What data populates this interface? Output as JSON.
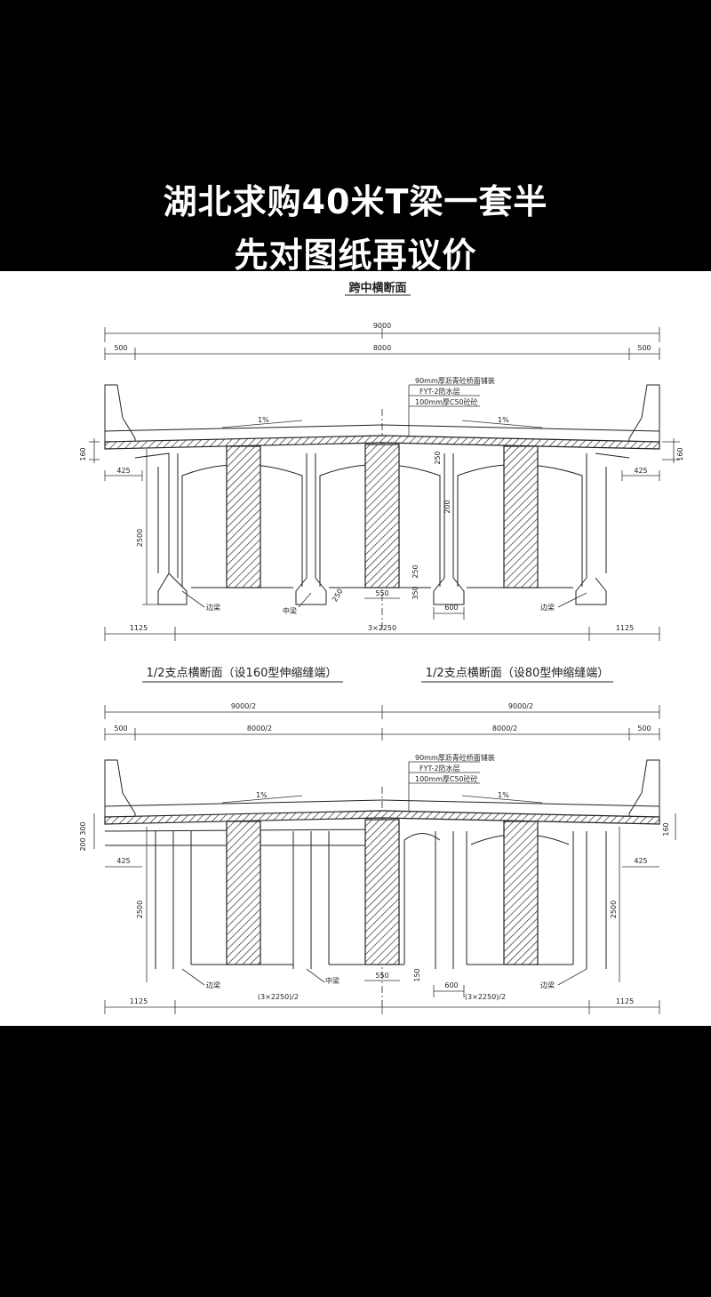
{
  "video_title": {
    "line1": "湖北求购40米T梁一套半",
    "line2": "先对图纸再议价"
  },
  "drawing": {
    "top_section": {
      "title": "跨中横断面",
      "dim_total": "9000",
      "dim_left": "500",
      "dim_mid": "8000",
      "dim_right": "500",
      "layer1": "90mm厚沥青砼桥面铺装",
      "layer2": "FYT-2防水层",
      "layer3": "100mm厚C50砼砼",
      "slope_left": "1%",
      "slope_right": "1%",
      "d160": "160",
      "d425_left": "425",
      "d425_right": "425",
      "d2500": "2500",
      "d250_a": "250",
      "d200": "200",
      "d250_b": "250",
      "d350": "350",
      "d250_c": "250",
      "d550": "550",
      "d600": "600",
      "label_edge_left": "边梁",
      "label_mid": "中梁",
      "label_edge_right": "边梁",
      "bottom_left": "1125",
      "bottom_mid": "3×2250",
      "bottom_right": "1125"
    },
    "bottom_section": {
      "title_left": "1/2支点横断面（设160型伸缩缝端）",
      "title_right": "1/2支点横断面（设80型伸缩缝端）",
      "dim_total_left": "9000/2",
      "dim_total_right": "9000/2",
      "dim_left": "500",
      "dim_mid_left": "8000/2",
      "dim_mid_right": "8000/2",
      "dim_right": "500",
      "layer1": "90mm厚沥青砼桥面铺装",
      "layer2": "FYT-2防水层",
      "layer3": "100mm厚C50砼砼",
      "slope_left": "1%",
      "slope_right": "1%",
      "d200_300": "200 300",
      "d160": "160",
      "d425_left": "425",
      "d425_right": "425",
      "d2500_left": "2500",
      "d2500_right": "2500",
      "d550": "550",
      "d150": "150",
      "d600": "600",
      "label_edge_left": "边梁",
      "label_mid": "中梁",
      "label_edge_right": "边梁",
      "bottom_left": "1125",
      "bottom_mid_left": "(3×2250)/2",
      "bottom_mid_right": "(3×2250)/2",
      "bottom_right": "1125"
    }
  }
}
